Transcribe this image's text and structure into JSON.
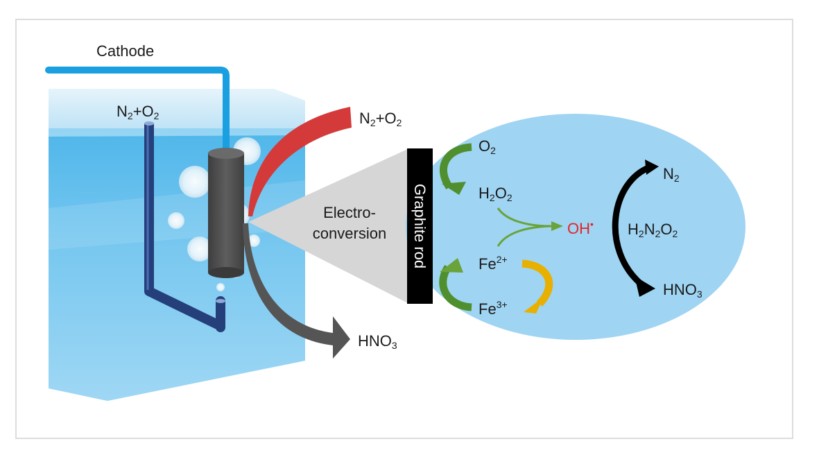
{
  "labels": {
    "cathode": "Cathode",
    "inlet": {
      "a": "N",
      "a_sub": "2",
      "b": "+O",
      "b_sub": "2"
    },
    "gas_in": {
      "a": "N",
      "a_sub": "2",
      "b": "+O",
      "b_sub": "2"
    },
    "electro_line1": "Electro-",
    "electro_line2": "conversion",
    "graphite_rod": "Graphite rod",
    "product_out": {
      "a": "HNO",
      "a_sub": "3"
    },
    "o2": {
      "a": "O",
      "a_sub": "2"
    },
    "h2o2": {
      "a": "H",
      "a_sub": "2",
      "b": "O",
      "b_sub": "2"
    },
    "oh": {
      "a": "OH",
      "a_sup": "•"
    },
    "fe2": {
      "a": "Fe",
      "a_sup": "2+"
    },
    "fe3": {
      "a": "Fe",
      "a_sup": "3+"
    },
    "n2": {
      "a": "N",
      "a_sub": "2"
    },
    "h2n2o2": {
      "a": "H",
      "a_sub": "2",
      "b": "N",
      "b_sub": "2",
      "c": "O",
      "c_sub": "2"
    },
    "hno3_right": {
      "a": "HNO",
      "a_sub": "3"
    }
  },
  "colors": {
    "water_top": "#cfe9f7",
    "water_body": "#63bfeb",
    "cathode_wire": "#1aa0e0",
    "tube": "#2b4a8c",
    "rod": "#4d4d4d",
    "arrow_in": "#d43a3a",
    "arrow_out": "#555555",
    "ellipse": "#9fd4f2",
    "green": "#4f8f2e",
    "yellow": "#e8b000",
    "oh_red": "#e3242b"
  }
}
